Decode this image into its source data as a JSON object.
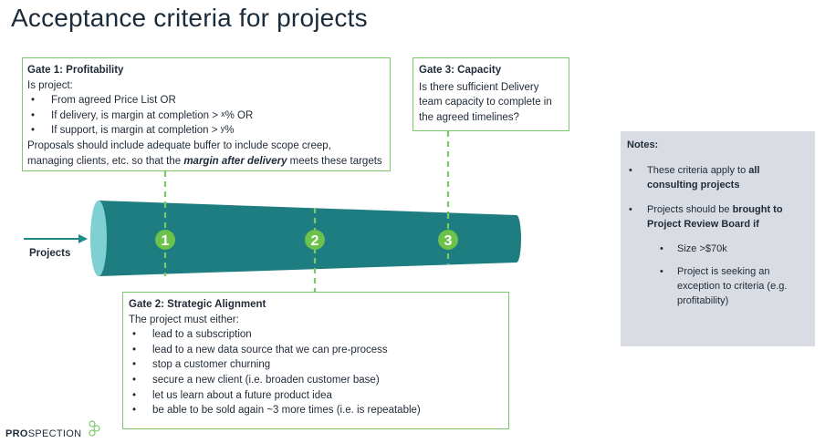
{
  "title": "Acceptance criteria for projects",
  "gate1": {
    "heading": "Gate 1: Profitability",
    "intro": "Is project:",
    "items": [
      {
        "text": "From agreed Price List OR",
        "var": "",
        "suffix": ""
      },
      {
        "text": "If delivery, is margin at completion > ",
        "var": "x",
        "suffix": "% OR"
      },
      {
        "text": "If support, is margin at completion > ",
        "var": "y",
        "suffix": "%"
      }
    ],
    "note_line1": "Proposals should include adequate buffer to include scope creep,",
    "note_line2_prefix": "managing clients, etc. so that the ",
    "note_line2_emph": "margin after delivery",
    "note_line2_suffix": " meets these targets"
  },
  "gate2": {
    "heading": "Gate 2: Strategic Alignment",
    "intro": "The project must either:",
    "items": [
      "lead to a subscription",
      "lead to a new data source that we can pre-process",
      "stop a customer churning",
      "secure a new client (i.e. broaden customer base)",
      "let us learn about a future product idea",
      "be able to be sold again ~3 more times (i.e. is repeatable)"
    ]
  },
  "gate3": {
    "heading": "Gate 3: Capacity",
    "body": "Is there sufficient Delivery team capacity to complete in the agreed timelines?"
  },
  "notes": {
    "heading": "Notes:",
    "item1_prefix": "These criteria apply to ",
    "item1_bold": "all consulting projects",
    "item2_prefix": "Projects should be ",
    "item2_bold": "brought to Project Review Board if",
    "subitems": [
      "Size >$70k",
      "Project is seeking an exception to criteria (e.g. profitability)"
    ]
  },
  "projects_label": "Projects",
  "gate_numbers": [
    "1",
    "2",
    "3"
  ],
  "logo": {
    "bold": "PRO",
    "rest": "SPECTION"
  },
  "colors": {
    "funnel": "#1e7d80",
    "funnel_mouth": "#7fd0d2",
    "green": "#7bc96a",
    "marker": "#6cc24a",
    "notes_bg": "#d9dde3",
    "arrow": "#1e8a8a"
  }
}
